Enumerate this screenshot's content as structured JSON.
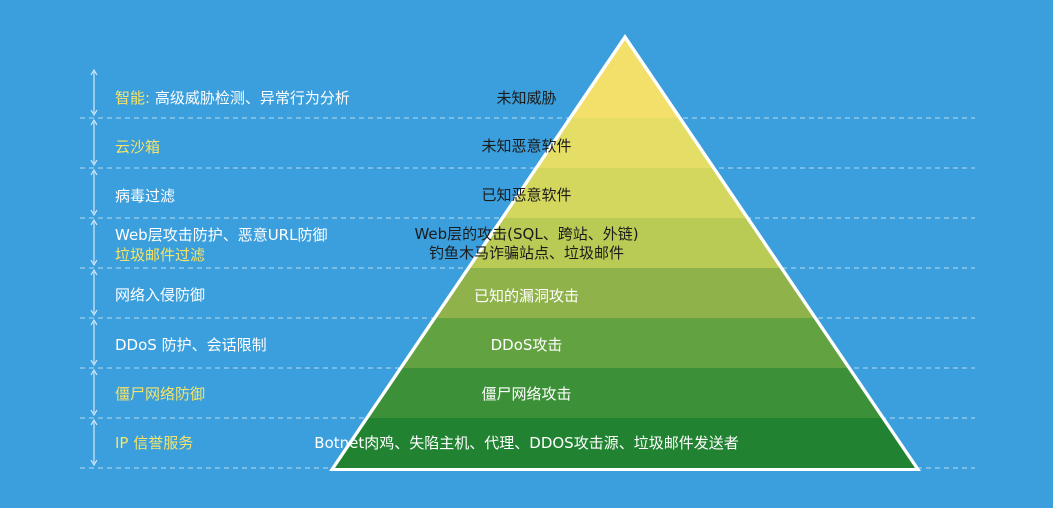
{
  "colors": {
    "background": "#3a9fdc",
    "highlight_text": "#f5e46a",
    "divider": "#cfe6f6"
  },
  "left_labels": [
    {
      "prefix": "智能:",
      "text": " 高级威胁检测、异常行为分析"
    },
    {
      "prefix": "云沙箱",
      "text": ""
    },
    {
      "prefix": "",
      "text": "病毒过滤"
    },
    {
      "prefix": "",
      "text": "Web层攻击防护、恶意URL防御",
      "line2": "垃圾邮件过滤"
    },
    {
      "prefix": "",
      "text": "网络入侵防御"
    },
    {
      "prefix": "",
      "text": "DDoS 防护、会话限制"
    },
    {
      "prefix": "僵尸网络防御",
      "text": ""
    },
    {
      "prefix": "IP 信誉服务",
      "text": ""
    }
  ],
  "pyramid_levels": [
    {
      "label": "未知威胁",
      "color": "#f3e06a"
    },
    {
      "label": "未知恶意软件",
      "color": "#e4dd66"
    },
    {
      "label": "已知恶意软件",
      "color": "#d3d75e"
    },
    {
      "label": "Web层的攻击(SQL、跨站、外链)",
      "label2": "钓鱼木马诈骗站点、垃圾邮件",
      "color": "#bacb55"
    },
    {
      "label": "已知的漏洞攻击",
      "color": "#8fb24b"
    },
    {
      "label": "DDoS攻击",
      "color": "#62a240"
    },
    {
      "label": "僵尸网络攻击",
      "color": "#3c9138"
    },
    {
      "label": "Botnet肉鸡、失陷主机、代理、DDOS攻击源、垃圾邮件发送者",
      "color": "#218331"
    }
  ]
}
